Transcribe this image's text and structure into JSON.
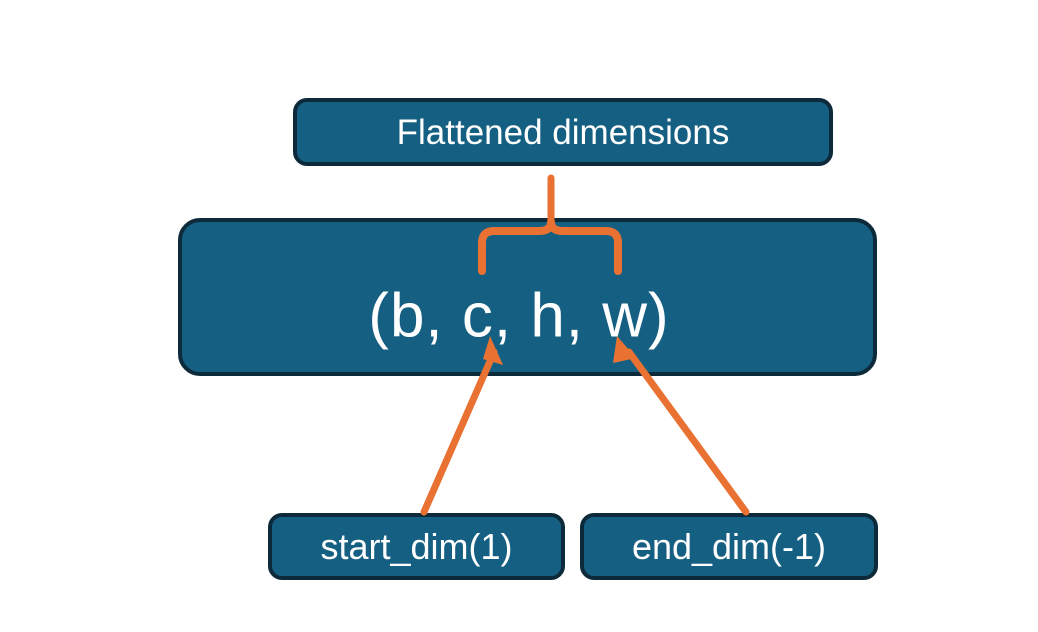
{
  "diagram": {
    "title_node": {
      "label": "Flattened dimensions"
    },
    "shape_node": {
      "label": "(b, c, h, w)"
    },
    "argument_nodes": [
      {
        "label": "start_dim(1)"
      },
      {
        "label": "end_dim(-1)"
      }
    ],
    "connectors": {
      "brace": "curly-brace-up",
      "arrow_left": "arrow-up-right",
      "arrow_right": "arrow-up-left"
    },
    "colors": {
      "node_fill": "#156082",
      "node_border": "#0d2a3a",
      "node_text": "#ffffff",
      "connector": "#e97132",
      "background": "#ffffff"
    }
  }
}
